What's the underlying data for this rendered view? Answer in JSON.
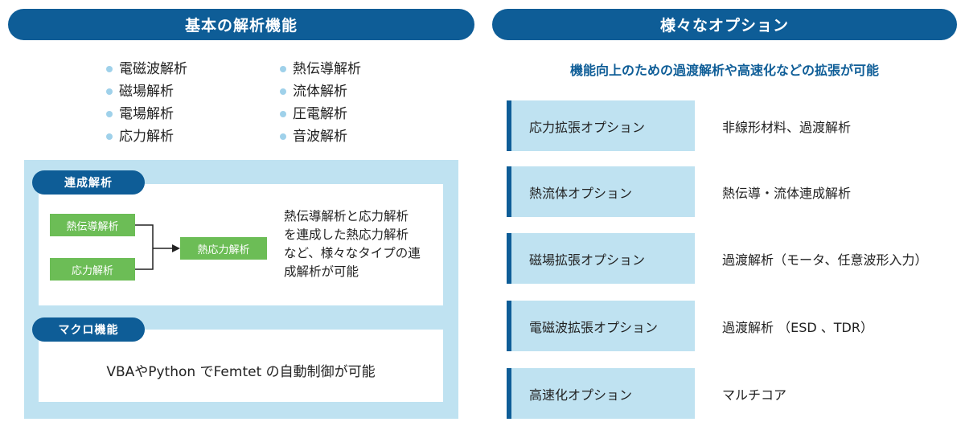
{
  "left_header": "基本の解析機能",
  "right_header": "様々なオプション",
  "basic_functions_left": [
    "電磁波解析",
    "磁場解析",
    "電場解析",
    "応力解析"
  ],
  "basic_functions_right": [
    "熱伝導解析",
    "流体解析",
    "圧電解析",
    "音波解析"
  ],
  "coupling": {
    "tag": "連成解析",
    "input1": "熱伝導解析",
    "input2": "応力解析",
    "output": "熱応力解析",
    "description": [
      "熱伝導解析と応力解析",
      "を連成した熱応力解析",
      "など、様々なタイプの連",
      "成解析が可能"
    ]
  },
  "macro": {
    "tag": "マクロ機能",
    "text": "VBAやPython でFemtet の自動制御が可能"
  },
  "options_subtitle": "機能向上のための過渡解析や高速化などの拡張が可能",
  "options": [
    {
      "name": "応力拡張オプション",
      "desc": "非線形材料、過渡解析"
    },
    {
      "name": "熱流体オプション",
      "desc": "熱伝導・流体連成解析"
    },
    {
      "name": "磁場拡張オプション",
      "desc": "過渡解析（モータ、任意波形入力）"
    },
    {
      "name": "電磁波拡張オプション",
      "desc": "過渡解析 （ESD 、TDR）"
    },
    {
      "name": "高速化オプション",
      "desc": "マルチコア"
    }
  ],
  "colors": {
    "primary": "#0e5d97",
    "light": "#bfe2f1",
    "green": "#6cbd56",
    "bullet": "#9fd1ea"
  }
}
